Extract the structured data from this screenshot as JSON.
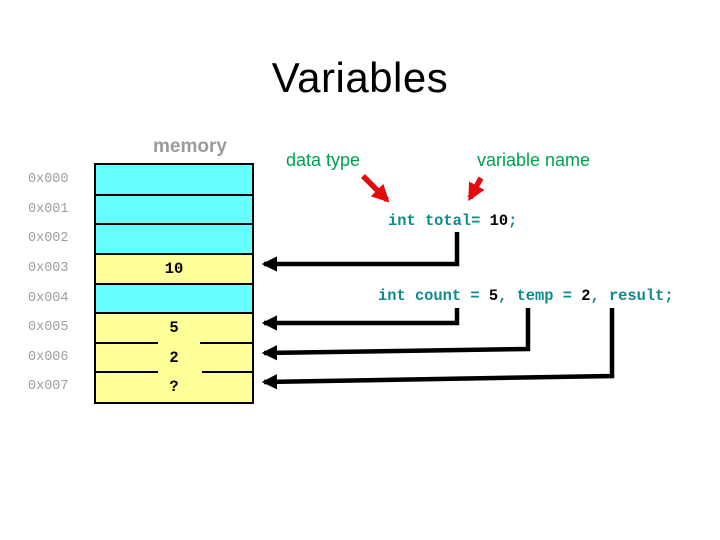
{
  "title": "Variables",
  "memory": {
    "label": "memory",
    "cells": [
      {
        "address": "0x000",
        "value": "",
        "fill": "cyan"
      },
      {
        "address": "0x001",
        "value": "",
        "fill": "cyan"
      },
      {
        "address": "0x002",
        "value": "",
        "fill": "cyan"
      },
      {
        "address": "0x003",
        "value": "10",
        "fill": "yellow"
      },
      {
        "address": "0x004",
        "value": "",
        "fill": "cyan"
      },
      {
        "address": "0x005",
        "value": "5",
        "fill": "yellow"
      },
      {
        "address": "0x006",
        "value": "2",
        "fill": "yellow"
      },
      {
        "address": "0x007",
        "value": "?",
        "fill": "yellow"
      }
    ]
  },
  "annotations": {
    "data_type_label": "data type",
    "variable_name_label": "variable name"
  },
  "code": {
    "line1": {
      "segments": [
        {
          "text": "int total= ",
          "style": "keyword"
        },
        {
          "text": "10",
          "style": "number"
        },
        {
          "text": ";",
          "style": "keyword"
        }
      ]
    },
    "line2": {
      "segments": [
        {
          "text": "int count = ",
          "style": "keyword"
        },
        {
          "text": "5",
          "style": "number"
        },
        {
          "text": ", temp = ",
          "style": "keyword"
        },
        {
          "text": "2",
          "style": "number"
        },
        {
          "text": ", result;",
          "style": "keyword"
        }
      ]
    }
  },
  "palette": {
    "cell_cyan": "#66ffff",
    "cell_yellow": "#ffff99",
    "gray_text": "#9b9b9b",
    "code_teal": "#0f8b8b",
    "label_green": "#00a14e",
    "arrow_red": "#e30b0b",
    "arrow_black": "#000000"
  }
}
